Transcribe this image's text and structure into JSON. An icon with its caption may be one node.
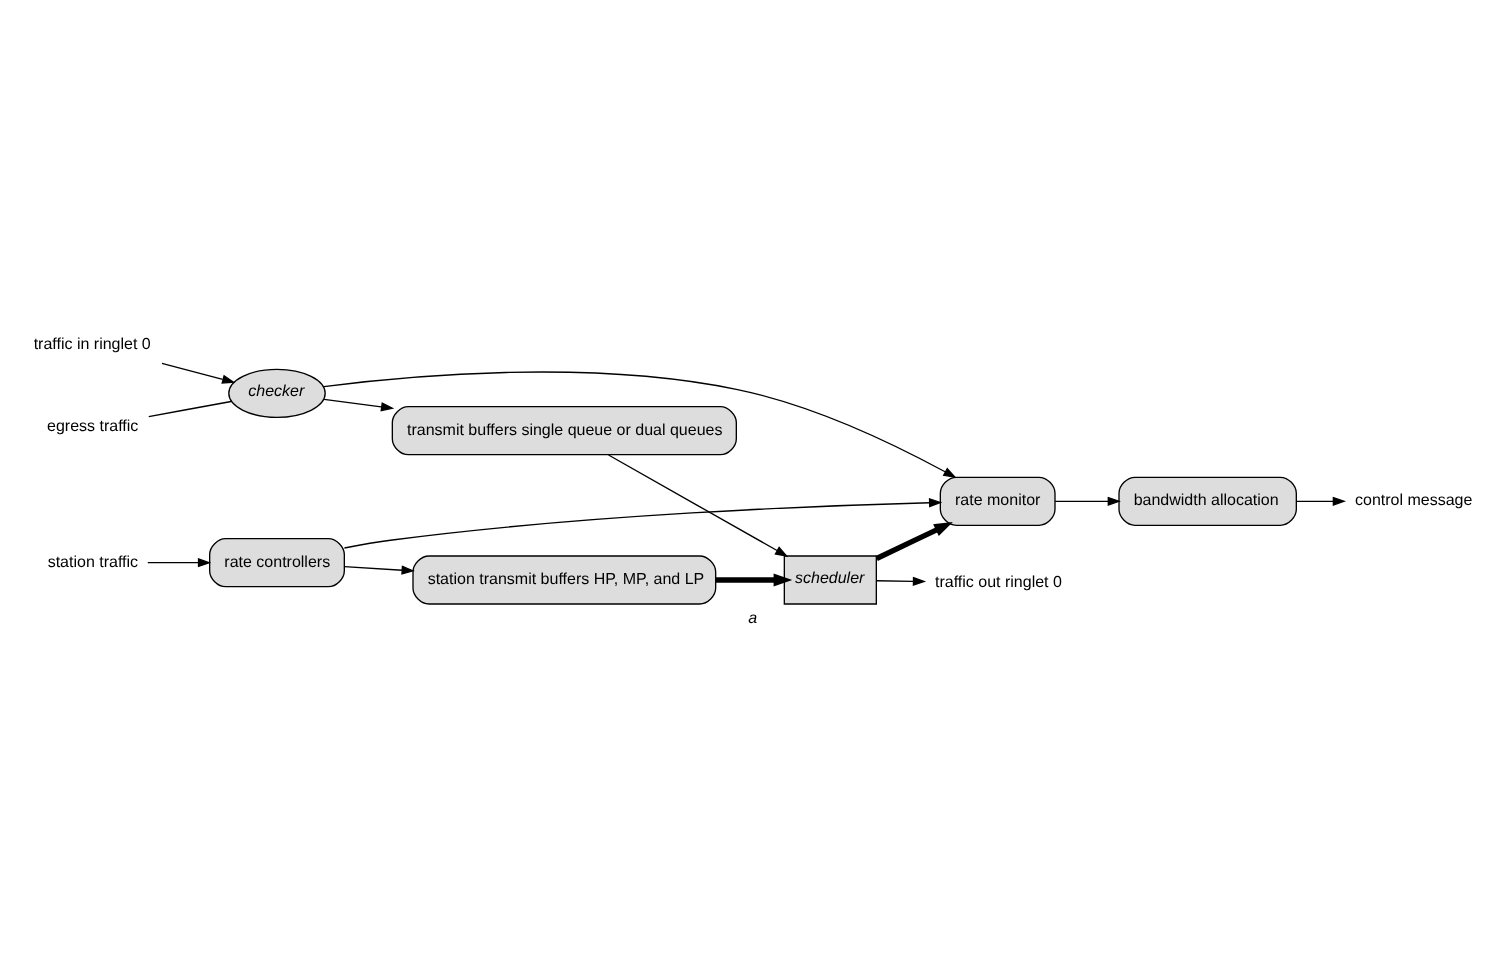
{
  "diagram": {
    "caption": "a",
    "nodes": [
      {
        "text": [
          "control message"
        ]
      },
      {
        "text": [
          "bandwidth allocation"
        ]
      },
      {
        "text": [
          "station traffic"
        ]
      },
      {
        "text": [
          "rate controllers"
        ]
      },
      {
        "text": [
          "rate monitor"
        ]
      },
      {
        "text": [
          "station transmit buffers HP, MP, and LP"
        ]
      },
      {
        "text": [
          "scheduler"
        ]
      },
      {
        "text": [
          "traffic out ringlet 0"
        ]
      },
      {
        "text": [
          "traffic in ringlet 0"
        ]
      },
      {
        "text": [
          "checker"
        ]
      },
      {
        "text": [
          "transmit buffers single queue or dual queues"
        ]
      },
      {
        "text": [
          "egress traffic"
        ]
      }
    ],
    "edges": [
      {
        "from": 1,
        "to": 0,
        "arrow": "to"
      },
      {
        "from": 4,
        "to": 1,
        "arrow": "to"
      },
      {
        "from": 2,
        "to": 3,
        "arrow": "to"
      },
      {
        "from": 3,
        "to": 4,
        "arrow": "to"
      },
      {
        "from": 3,
        "to": 5,
        "arrow": "to"
      },
      {
        "from": 6,
        "to": 4,
        "arrow": "to",
        "style": "thick"
      },
      {
        "from": 5,
        "to": 6,
        "arrow": "to",
        "style": "thick"
      },
      {
        "from": 6,
        "to": 7,
        "arrow": "to"
      },
      {
        "from": 8,
        "to": 9,
        "arrow": "to"
      },
      {
        "from": 9,
        "to": 4,
        "arrow": "to"
      },
      {
        "from": 9,
        "to": 10,
        "arrow": "to"
      },
      {
        "from": 10,
        "to": 6,
        "arrow": "to"
      },
      {
        "from": 11,
        "to": 9,
        "arrow": "none"
      }
    ]
  }
}
